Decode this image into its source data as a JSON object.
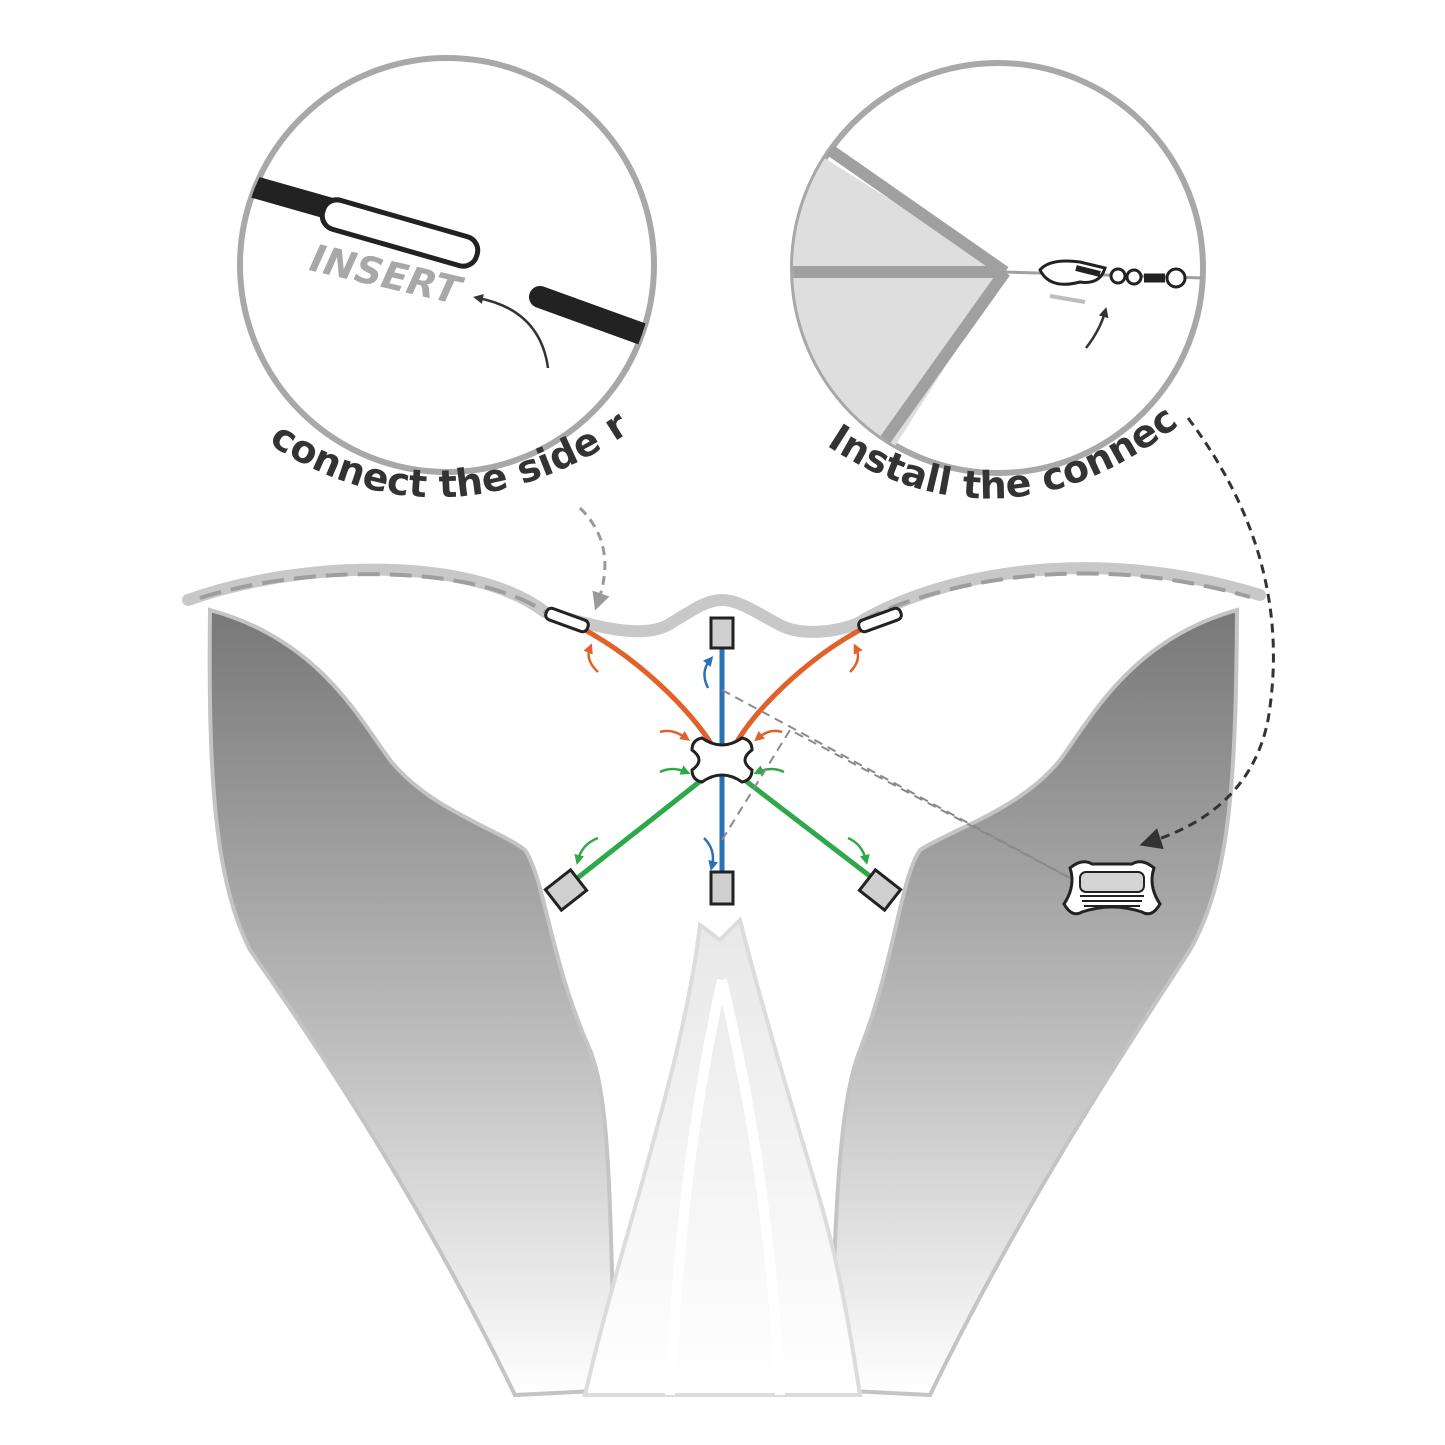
{
  "callouts": {
    "left": {
      "caption": "connect the side rods.",
      "insert_label": "INSERT"
    },
    "right": {
      "caption": "Install the connector."
    }
  },
  "colors": {
    "wing_dark": "#7a7a7a",
    "wing_light": "#f4f4f4",
    "outline": "#b9b9b9",
    "rod_orange": "#e0622a",
    "rod_blue": "#2a72b8",
    "rod_green": "#2fa84a",
    "ink": "#333333",
    "sail_panel": "#dedede"
  }
}
